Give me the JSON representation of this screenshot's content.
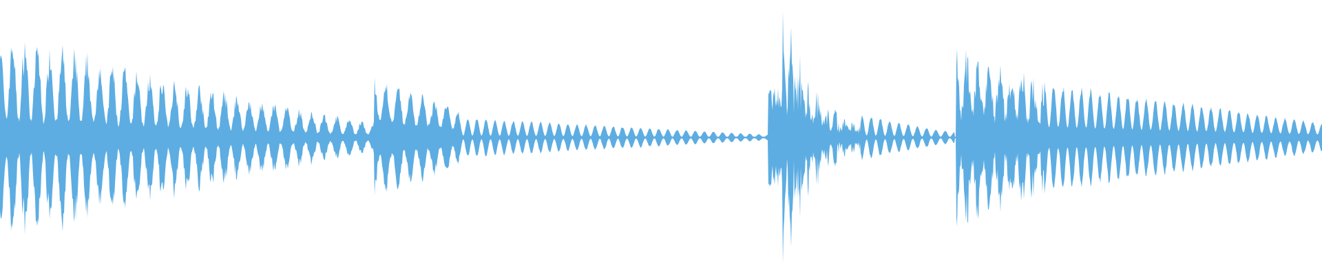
{
  "waveform": {
    "color": "#5dade2",
    "background": "#ffffff",
    "segments": [
      {
        "start": 0.0,
        "end": 0.283,
        "peak": 0.68,
        "floor": 0.1,
        "decay": 1.2,
        "cycles": 30,
        "noise": 0.2,
        "depth": 0.8
      },
      {
        "start": 0.283,
        "end": 0.347,
        "peak": 0.38,
        "floor": 0.2,
        "decay": 1.0,
        "cycles": 7,
        "noise": 0.18,
        "depth": 0.7
      },
      {
        "start": 0.347,
        "end": 0.581,
        "peak": 0.14,
        "floor": 0.02,
        "decay": 1.0,
        "cycles": 34,
        "noise": 0.04,
        "depth": 0.9
      },
      {
        "start": 0.581,
        "end": 0.592,
        "peak": 0.28,
        "floor": 0.25,
        "decay": 0.2,
        "cycles": 1,
        "noise": 0.35,
        "depth": 0.0
      },
      {
        "start": 0.592,
        "end": 0.652,
        "peak": 0.7,
        "floor": 0.1,
        "decay": 2.5,
        "cycles": 9,
        "noise": 0.55,
        "depth": 0.5
      },
      {
        "start": 0.652,
        "end": 0.722,
        "peak": 0.16,
        "floor": 0.04,
        "decay": 1.2,
        "cycles": 10,
        "noise": 0.06,
        "depth": 0.9
      },
      {
        "start": 0.722,
        "end": 0.723,
        "peak": 0.0,
        "floor": 0.0,
        "decay": 0.0,
        "cycles": 1,
        "noise": 0.0,
        "depth": 0.0
      },
      {
        "start": 0.723,
        "end": 0.79,
        "peak": 0.6,
        "floor": 0.35,
        "decay": 1.0,
        "cycles": 8,
        "noise": 0.35,
        "depth": 0.7
      },
      {
        "start": 0.79,
        "end": 1.0,
        "peak": 0.38,
        "floor": 0.1,
        "decay": 1.0,
        "cycles": 30,
        "noise": 0.06,
        "depth": 0.8
      }
    ]
  }
}
